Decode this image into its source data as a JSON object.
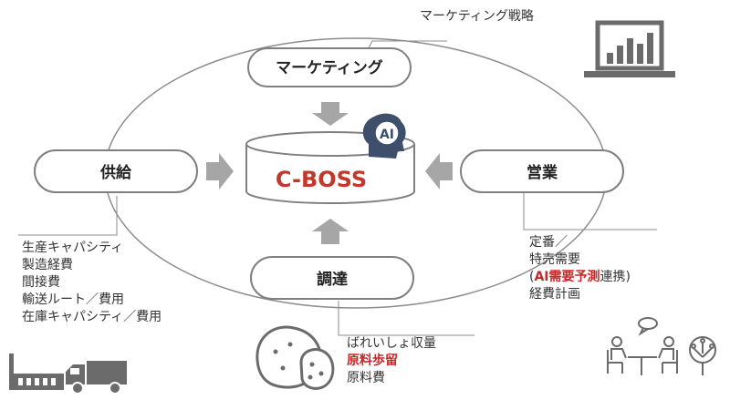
{
  "nodes": {
    "marketing": "マーケティング",
    "supply": "供給",
    "sales": "営業",
    "procurement": "調達",
    "center": "C-BOSS",
    "ai_badge": "AI"
  },
  "notes": {
    "marketing_strategy": "マーケティング戦略",
    "supply_items": [
      "生産キャパシティ",
      "製造経費",
      "間接費",
      "輸送ルート／費用",
      "在庫キャパシティ／費用"
    ],
    "sales_items": {
      "line1": "定番／",
      "line2": "特売需要",
      "line3_open": "(",
      "line3_highlight": "AI需要予測",
      "line3_rest": "連携)",
      "line4": "経費計画"
    },
    "procurement_items": {
      "line1": "ばれいしょ収量",
      "line2_highlight": "原料歩留",
      "line3": "原料費"
    }
  },
  "colors": {
    "center_text": "#c0392b",
    "highlight": "#c62828",
    "arrow": "#a6a6a6",
    "outline": "#7f7f7f",
    "icon": "#6b6b6b"
  },
  "icons": [
    "laptop-chart-icon",
    "factory-icon",
    "truck-icon",
    "potato-icon",
    "meeting-icon",
    "ai-head-icon",
    "circuit-tree-icon"
  ]
}
